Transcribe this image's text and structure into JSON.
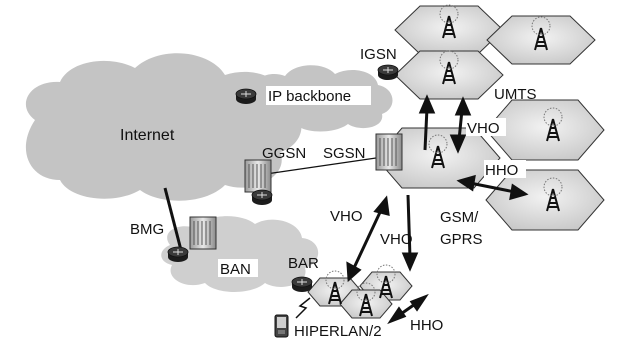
{
  "labels": {
    "internet": "Internet",
    "ip_backbone": "IP backbone",
    "igsn": "IGSN",
    "umts": "UMTS",
    "vho_top": "VHO",
    "ggsn": "GGSN",
    "sgsn": "SGSN",
    "hho_right": "HHO",
    "bmg": "BMG",
    "vho_mid1": "VHO",
    "vho_mid2": "VHO",
    "gsm": "GSM/",
    "gprs": "GPRS",
    "ban": "BAN",
    "bar": "BAR",
    "hho_bottom": "HHO",
    "hiperlan": "HIPERLAN/2"
  },
  "colors": {
    "cloud": "#c4c4c4",
    "cell": "#d9d9d9",
    "cell_stroke": "#333333",
    "router": "#2a2a2a",
    "line": "#111111"
  },
  "icons": [
    "router-icon",
    "server-icon",
    "antenna-tower-icon",
    "pda-icon"
  ]
}
